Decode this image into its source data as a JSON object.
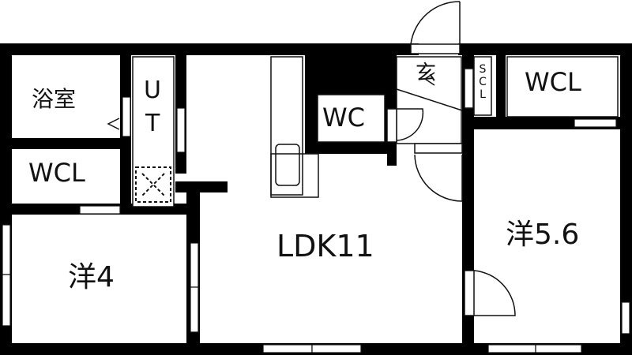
{
  "floor_plan": {
    "rooms": [
      {
        "id": "bath",
        "label": "浴室"
      },
      {
        "id": "utility",
        "label": "UT",
        "label_lines": [
          "U",
          "T"
        ]
      },
      {
        "id": "wcl_left",
        "label": "WCL"
      },
      {
        "id": "wc",
        "label": "WC"
      },
      {
        "id": "entrance",
        "label": "玄"
      },
      {
        "id": "scl",
        "label": "SCL",
        "label_lines": [
          "S",
          "C",
          "L"
        ]
      },
      {
        "id": "wcl_right",
        "label": "WCL"
      },
      {
        "id": "ldk",
        "label": "LDK11"
      },
      {
        "id": "western_4",
        "label": "洋4"
      },
      {
        "id": "western_5_6",
        "label": "洋5.6"
      }
    ],
    "colors": {
      "wall": "#000000",
      "background": "#ffffff",
      "line": "#111111"
    }
  }
}
